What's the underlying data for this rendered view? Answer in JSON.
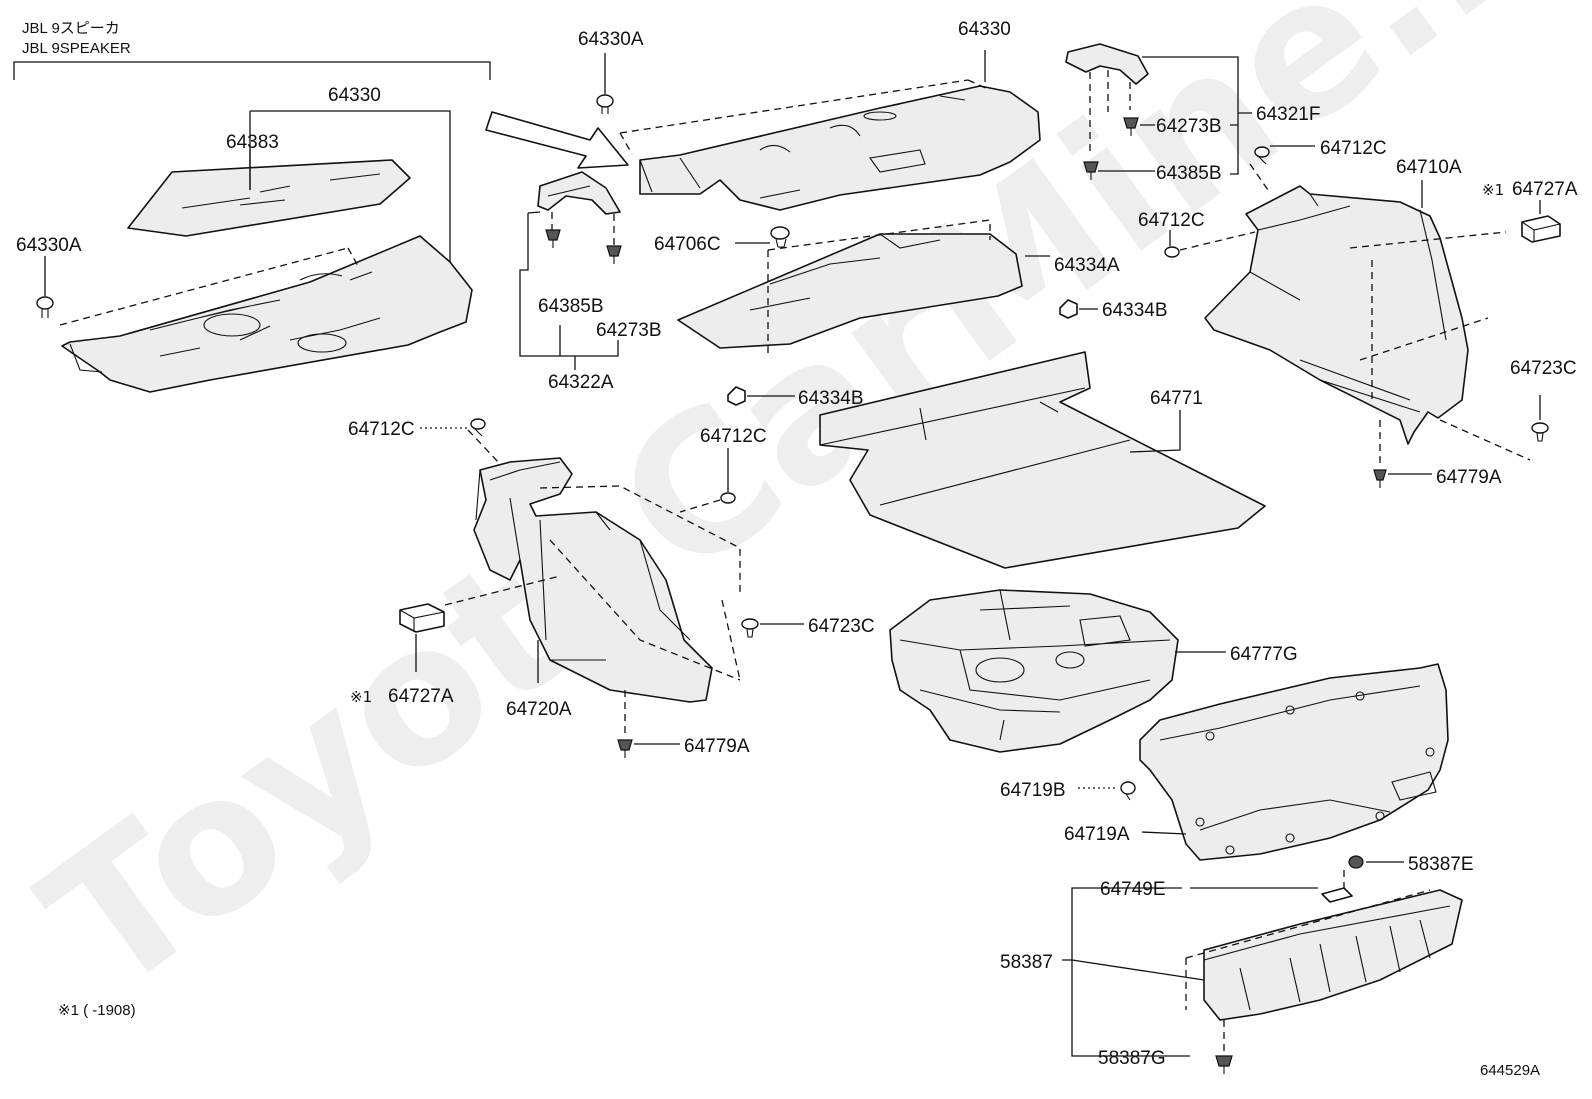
{
  "diagram": {
    "header": {
      "line1": "JBL 9スピーカ",
      "line2": "JBL 9SPEAKER"
    },
    "watermark": "ToyotaCarMine.ru",
    "parts": {
      "p64330_left": "64330",
      "p64383": "64383",
      "p64330A_left": "64330A",
      "p64330A_top": "64330A",
      "p64330_top": "64330",
      "p64385B_mid": "64385B",
      "p64273B_mid": "64273B",
      "p64322A": "64322A",
      "p64706C": "64706C",
      "p64334A": "64334A",
      "p64334B_right": "64334B",
      "p64334B_mid": "64334B",
      "p64273B_top": "64273B",
      "p64321F": "64321F",
      "p64385B_top": "64385B",
      "p64712C_a": "64712C",
      "p64710A": "64710A",
      "p64727A_right": "64727A",
      "p64712C_b": "64712C",
      "p64723C_right": "64723C",
      "p64779A_right": "64779A",
      "p64771": "64771",
      "p64712C_c": "64712C",
      "p64712C_d": "64712C",
      "p64723C_mid": "64723C",
      "p64727A_left": "64727A",
      "p64720A": "64720A",
      "p64779A_mid": "64779A",
      "p64777G": "64777G",
      "p64719B": "64719B",
      "p64719A": "64719A",
      "p58387E": "58387E",
      "p64749E": "64749E",
      "p58387": "58387",
      "p58387G": "58387G"
    },
    "marks": {
      "m1": "※1",
      "m2": "※1"
    },
    "footnote": "※1 (      -1908)",
    "figure_id": "644529A"
  }
}
